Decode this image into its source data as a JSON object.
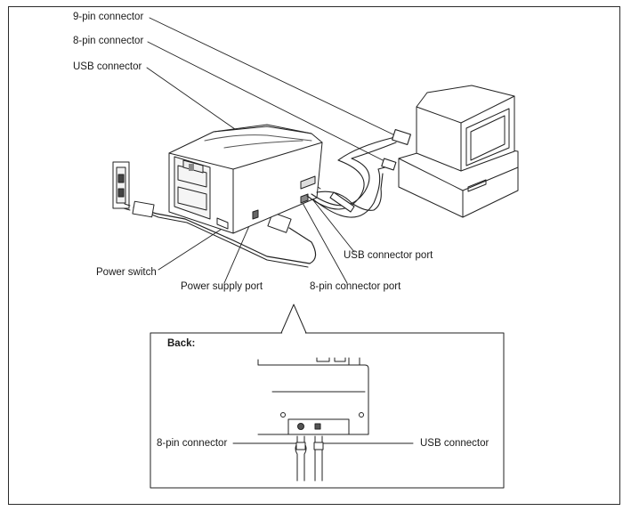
{
  "labels": {
    "nine_pin_connector": "9-pin connector",
    "eight_pin_connector": "8-pin connector",
    "usb_connector": "USB connector",
    "usb_connector_port": "USB connector port",
    "power_switch": "Power switch",
    "power_supply_port": "Power supply port",
    "eight_pin_connector_port": "8-pin connector port"
  },
  "inset": {
    "title": "Back:",
    "eight_pin_connector": "8-pin connector",
    "usb_connector": "USB connector"
  }
}
